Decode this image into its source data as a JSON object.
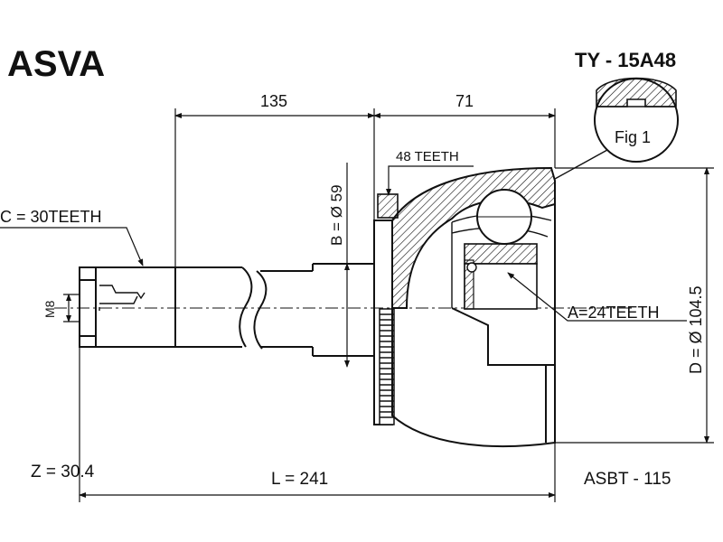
{
  "brand": "ASVA",
  "part_number": "TY - 15A48",
  "figure_label": "Fig 1",
  "dimensions": {
    "length_135": "135",
    "length_71": "71",
    "outer_teeth": "48 TEETH",
    "c_teeth": "C = 30TEETH",
    "b_diameter": "B = Ø 59",
    "thread": "M8",
    "a_teeth": "A=24TEETH",
    "d_diameter": "D = Ø 104.5",
    "z_value": "Z = 30.4",
    "l_total": "L = 241",
    "boot_code": "ASBT - 115"
  },
  "colors": {
    "line": "#111111",
    "paper": "#ffffff"
  }
}
